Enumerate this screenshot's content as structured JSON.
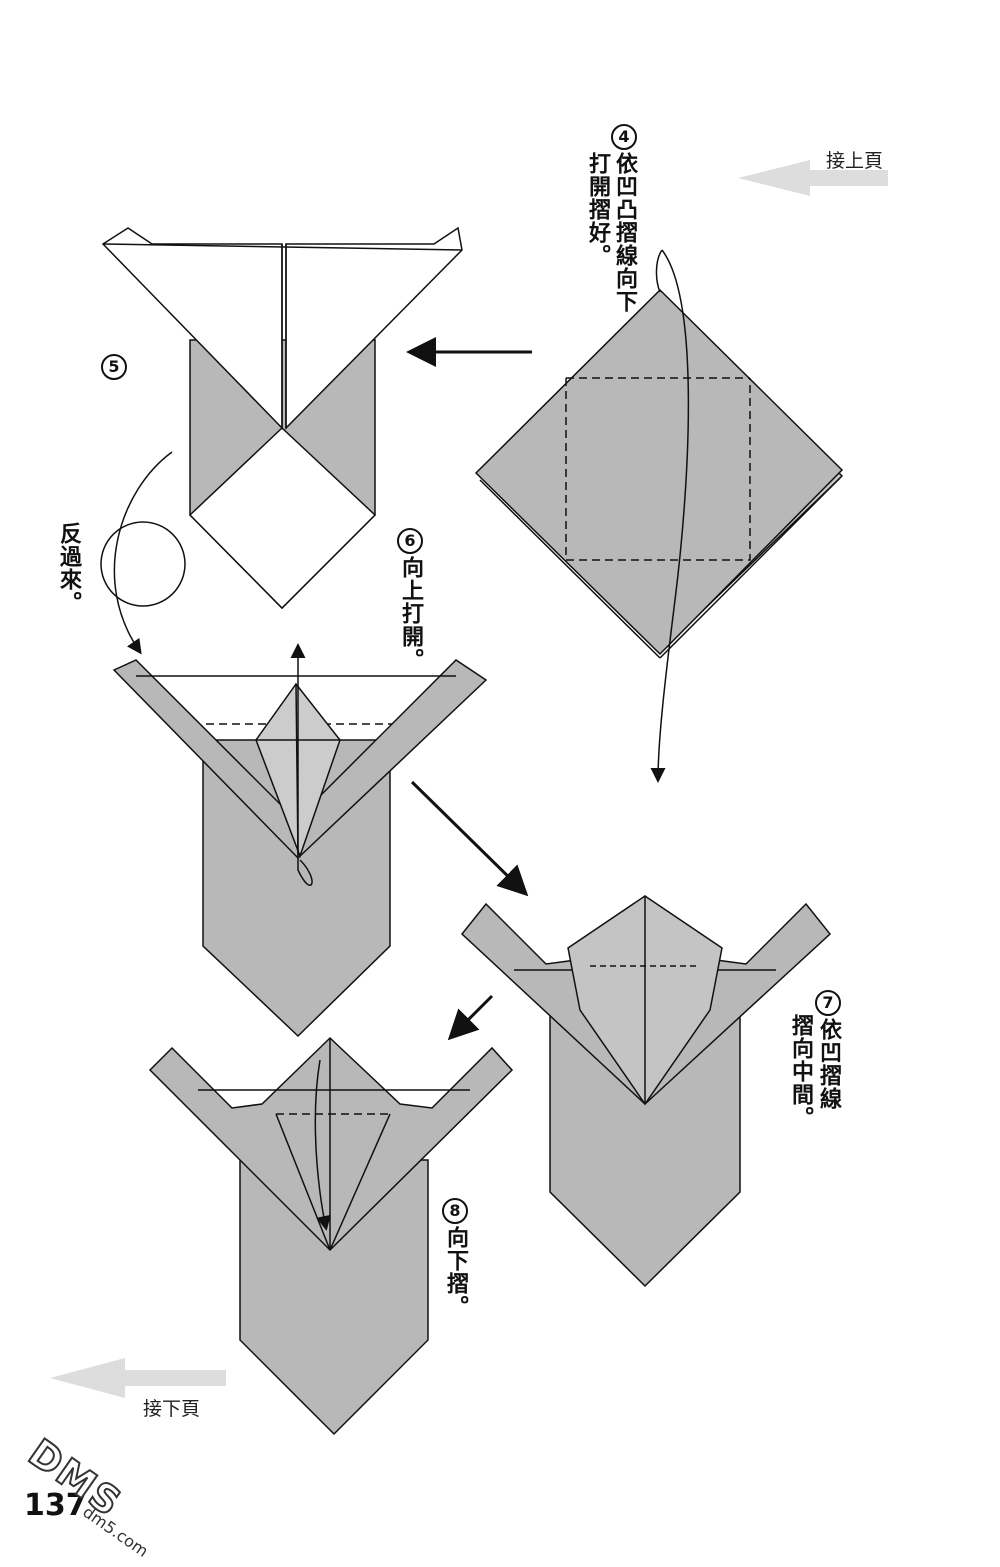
{
  "nav": {
    "prev_label": "接上頁",
    "next_label": "接下頁"
  },
  "steps": [
    {
      "num": "4",
      "lines": [
        "依凹凸摺線向下",
        "打開摺好。"
      ]
    },
    {
      "num": "5",
      "lines": []
    },
    {
      "num": "6",
      "lines": [
        "向上打開。"
      ]
    },
    {
      "num": "7",
      "lines": [
        "依凹摺線",
        "摺向中間。"
      ]
    },
    {
      "num": "8",
      "lines": [
        "向下摺。"
      ]
    }
  ],
  "flip_text": "反過來。",
  "page_number": "137",
  "watermark": {
    "logo": "DMS",
    "site": "dm5.com"
  },
  "colors": {
    "paper_gray": "#b8b8b8",
    "line": "#111111",
    "nav_arrow": "#dddddd"
  }
}
